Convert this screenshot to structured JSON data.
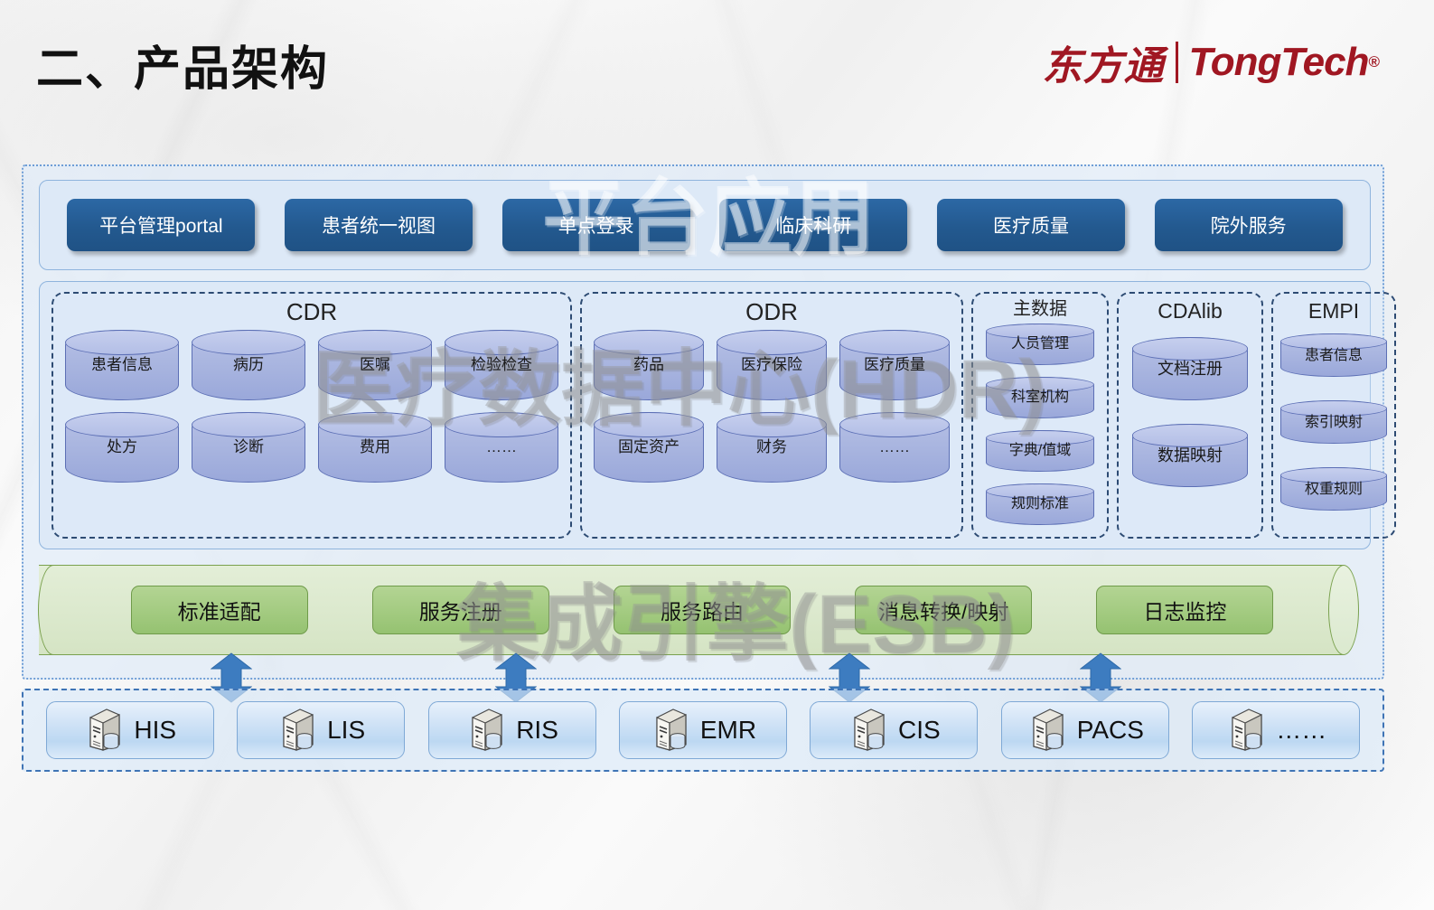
{
  "header": {
    "title": "二、产品架构",
    "logo_cn": "东方通",
    "logo_en": "TongTech",
    "logo_registered": "®"
  },
  "watermarks": {
    "application": "平台应用",
    "data_center": "医疗数据中心(HDR)",
    "integration": "集成引擎(ESB)"
  },
  "application_layer": {
    "buttons": [
      {
        "label": "平台管理portal"
      },
      {
        "label": "患者统一视图"
      },
      {
        "label": "单点登录"
      },
      {
        "label": "临床科研"
      },
      {
        "label": "医疗质量"
      },
      {
        "label": "院外服务"
      }
    ]
  },
  "data_layer": {
    "groups": [
      {
        "title": "CDR",
        "rows": [
          [
            "患者信息",
            "病历",
            "医嘱",
            "检验检查"
          ],
          [
            "处方",
            "诊断",
            "费用",
            "……"
          ]
        ]
      },
      {
        "title": "ODR",
        "rows": [
          [
            "药品",
            "医疗保险",
            "医疗质量"
          ],
          [
            "固定资产",
            "财务",
            "……"
          ]
        ]
      }
    ],
    "columns": [
      {
        "title": "主数据",
        "items": [
          "人员管理",
          "科室机构",
          "字典/值域",
          "规则标准"
        ]
      },
      {
        "title": "CDAlib",
        "items": [
          "文档注册",
          "数据映射"
        ]
      },
      {
        "title": "EMPI",
        "items": [
          "患者信息",
          "索引映射",
          "权重规则"
        ]
      }
    ]
  },
  "integration_layer": {
    "buttons": [
      {
        "label": "标准适配"
      },
      {
        "label": "服务注册"
      },
      {
        "label": "服务路由"
      },
      {
        "label": "消息转换/映射"
      },
      {
        "label": "日志监控"
      }
    ]
  },
  "system_layer": {
    "systems": [
      {
        "label": "HIS",
        "icon": "server-icon"
      },
      {
        "label": "LIS",
        "icon": "server-icon"
      },
      {
        "label": "RIS",
        "icon": "server-icon"
      },
      {
        "label": "EMR",
        "icon": "server-icon"
      },
      {
        "label": "CIS",
        "icon": "server-icon"
      },
      {
        "label": "PACS",
        "icon": "server-icon"
      },
      {
        "label": "……",
        "icon": "server-icon"
      }
    ]
  },
  "colors": {
    "app_button": "#23598f",
    "esb_button": "#a5cc83",
    "cylinder": "#aab6e0",
    "logo": "#a01722",
    "arrow": "#3d7cc0",
    "panel_bg": "#dde9f7"
  }
}
